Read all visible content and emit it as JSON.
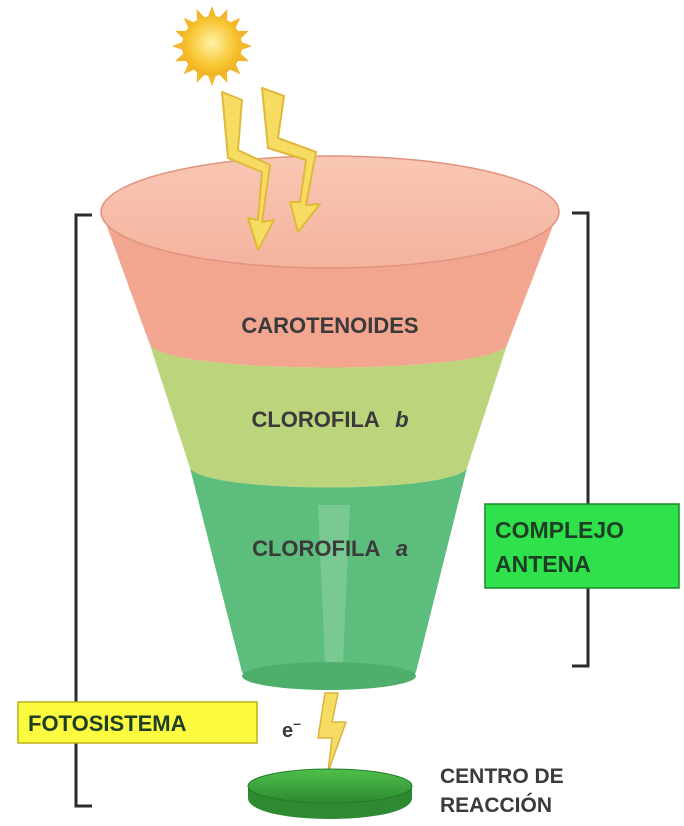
{
  "layers": [
    {
      "name": "CAROTENOIDES",
      "suffix": "",
      "color": "#f2a58f"
    },
    {
      "name": "CLOROFILA",
      "suffix": "b",
      "color": "#bcd47b"
    },
    {
      "name": "CLOROFILA",
      "suffix": "a",
      "color": "#5dbd7c"
    }
  ],
  "labels": {
    "antenna_line1": "COMPLEJO",
    "antenna_line2": "ANTENA",
    "photosystem": "FOTOSISTEMA",
    "electron": "e",
    "electron_sup": "–",
    "reaction_line1": "CENTRO DE",
    "reaction_line2": "REACCIÓN"
  },
  "colors": {
    "antenna_box_fill": "#2fe14a",
    "antenna_box_text": "#1e3f25",
    "photosystem_box_fill": "#fdfb3f",
    "photosystem_box_text": "#1e3f25",
    "sun": "#f7c531",
    "lightning": "#f6dc63",
    "reaction_disc": "#3aa33d",
    "bracket": "#2b2b2b"
  },
  "icons": [
    "sun-icon",
    "light-ray-icon",
    "lightning-bolt-icon"
  ]
}
